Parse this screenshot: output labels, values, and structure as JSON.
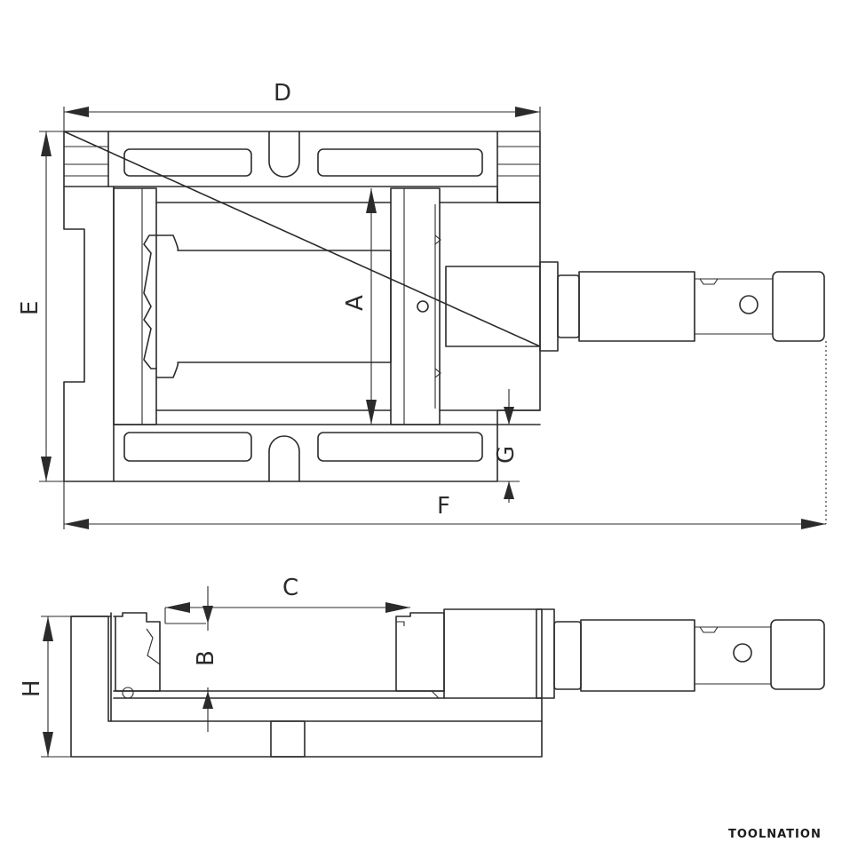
{
  "dimensions": {
    "D": "D",
    "E": "E",
    "A": "A",
    "F": "F",
    "G": "G",
    "C": "C",
    "B": "B",
    "H": "H"
  },
  "logo": "TOOLNATION",
  "colors": {
    "line": "#2b2b2b",
    "background": "#ffffff",
    "logo_accent": "#8cc63f"
  }
}
